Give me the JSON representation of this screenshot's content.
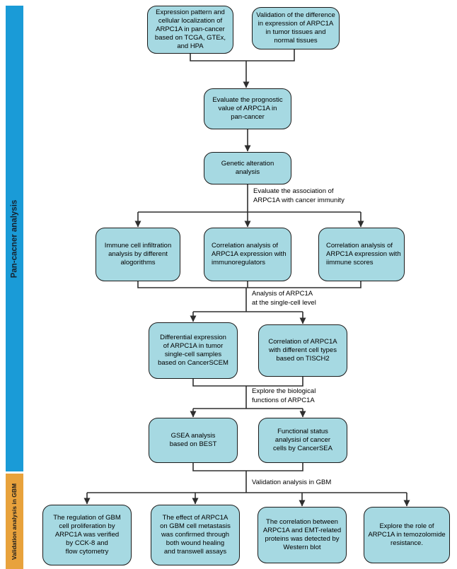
{
  "sidebar": {
    "pan_cancer_label": "Pan-cacner analysis",
    "gbm_label": "Validation analysis in GBM"
  },
  "colors": {
    "node_fill": "#a6d9e2",
    "node_border": "#1a1a1a",
    "connector_line": "#2e2e2e",
    "pan_cancer_bar": "#1a9bd7",
    "gbm_bar": "#e8a23c"
  },
  "connector_labels": {
    "immunity": "Evaluate the association of\nARPC1A with cancer immunity",
    "single_cell": "Analysis of ARPC1A\nat the single-cell level",
    "biological": "Explore the biological\nfunctions of ARPC1A",
    "gbm": "Validation analysis in GBM"
  },
  "nodes": {
    "expression_pattern": "Expression pattern and\ncellular localization of\nARPC1A in pan-cancer\nbased on TCGA, GTEx,\nand HPA",
    "validation_difference": "Validation of the difference\nin expression of ARPC1A\nin tumor tissues and\nnormal tissues",
    "prognostic_value": "Evaluate the prognostic\nvalue of ARPC1A in\npan-cancer",
    "genetic_alteration": "Genetic alteration\nanalysis",
    "immune_infiltration": "Immune cell infiltration\nanalysis by different\nalogorithms",
    "immunoregulators": "Correlation analysis of\nARPC1A expression with\nimmunoregulators",
    "immune_scores": "Correlation analysis of\nARPC1A expression with\niimmune scores",
    "single_cell_expression": "Differential expression\nof ARPC1A in tumor\nsingle-cell samples\nbased on CancerSCEM",
    "cell_types_tisch2": "Correlation of ARPC1A\nwith different cell types\nbased on TISCH2",
    "gsea_best": "GSEA analysis\nbased on BEST",
    "cancersea": "Functional status\nanalysisi of cancer\ncells by CancerSEA",
    "gbm_proliferation": "The regulation of GBM\ncell proliferation by\nARPC1A was verified\nby CCK-8 and\nflow cytometry",
    "gbm_metastasis": "The effect of ARPC1A\non GBM cell metastasis\nwas confirmed through\nboth wound healing\nand transwell assays",
    "emt_western": "The correlation between\nARPC1A and EMT-related\nproteins was detected by\nWestern blot",
    "temozolomide": "Explore the role of\nARPC1A in temozolomide\nresistance."
  }
}
